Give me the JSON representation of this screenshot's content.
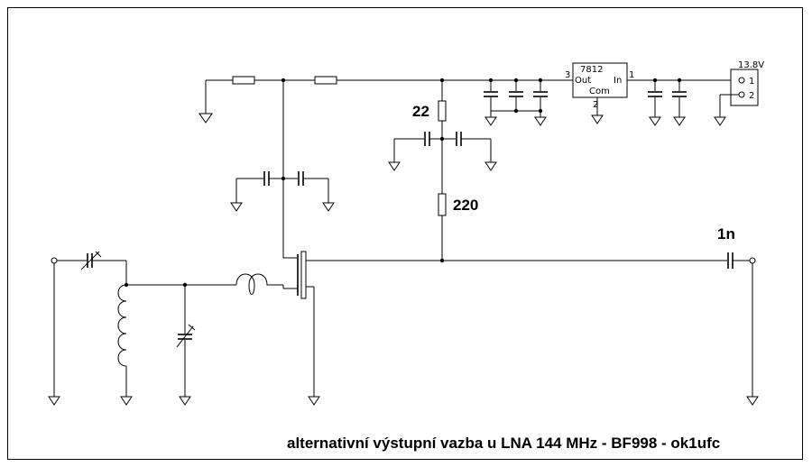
{
  "schematic": {
    "labels": {
      "r_upper": "22",
      "r_lower": "220",
      "c_out": "1n",
      "regulator_name": "7812",
      "regulator_out": "Out",
      "regulator_in": "In",
      "regulator_com": "Com",
      "pin_out": "3",
      "pin_in": "1",
      "pin_com": "2",
      "supply_voltage": "13.8V",
      "connector_pin1": "1",
      "connector_pin2": "2"
    },
    "caption": "alternativní výstupní vazba u LNA 144 MHz - BF998 - ok1ufc"
  }
}
